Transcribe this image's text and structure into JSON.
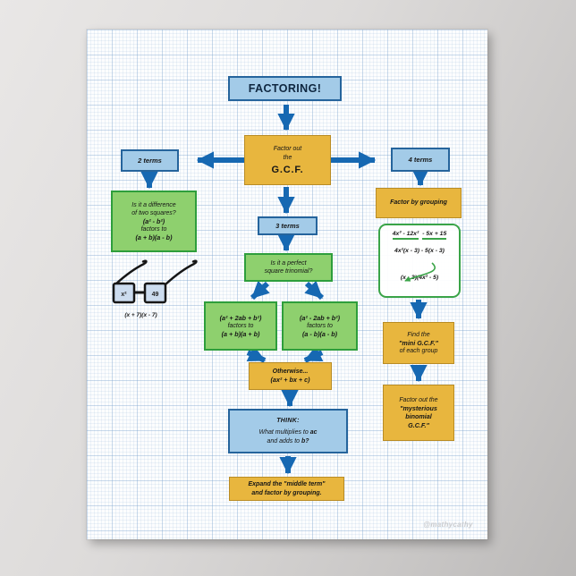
{
  "colors": {
    "arrow": "#1668b2",
    "blue_fill": "#a3cbe8",
    "blue_border": "#25649c",
    "green_fill": "#8ed06e",
    "green_border": "#2e9e3c",
    "yellow_fill": "#e8b63e",
    "white_box_border": "#3aa448"
  },
  "nodes": {
    "title": "FACTORING!",
    "gcf": {
      "l1": "Factor out",
      "l2": "the",
      "l3": "G.C.F."
    },
    "two_terms": "2 terms",
    "three_terms": "3 terms",
    "four_terms": "4 terms",
    "diff_squares": {
      "l1": "Is it a difference",
      "l2": "of two squares?",
      "l3": "(a² - b²)",
      "l4": "factors to",
      "l5": "(a + b)(a - b)"
    },
    "glasses": {
      "left_lens": "x²",
      "right_lens": "49",
      "caption": "(x + 7)(x - 7)"
    },
    "perfect_square": {
      "l1": "Is it a perfect",
      "l2": "square trinomial?"
    },
    "plus_form": {
      "l1": "(a² + 2ab + b²)",
      "l2": "factors to",
      "l3": "(a + b)(a + b)"
    },
    "minus_form": {
      "l1": "(a² - 2ab + b²)",
      "l2": "factors to",
      "l3": "(a - b)(a - b)"
    },
    "otherwise": {
      "l1": "Otherwise...",
      "l2": "(ax² + bx + c)"
    },
    "think": {
      "l1": "THINK:",
      "l2a": "What multiplies to ",
      "l2b": "ac",
      "l3a": "and adds to ",
      "l3b": "b?"
    },
    "expand": {
      "l1": "Expand the \"middle term\"",
      "l2": "and factor by grouping."
    },
    "factor_grouping": "Factor by grouping",
    "example": {
      "l1a": "4x³ - 12x²",
      "l1b": "- 5x + 15",
      "l2": "4x²(x - 3) - 5(x - 3)",
      "l3": "(x - 3)(4x² - 5)"
    },
    "find_mini": {
      "l1": "Find the",
      "l2": "\"mini G.C.F.\"",
      "l3": "of each group"
    },
    "factor_mysterious": {
      "l1": "Factor out the",
      "l2": "\"mysterious",
      "l3": "binomial",
      "l4": "G.C.F.\""
    }
  },
  "watermark": "@mathycathy"
}
